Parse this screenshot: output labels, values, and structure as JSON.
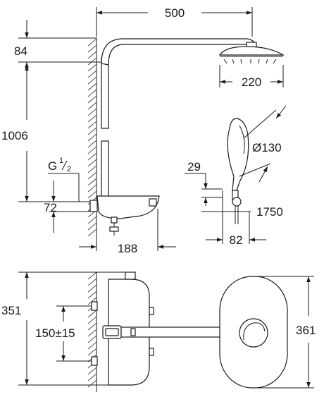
{
  "dimensions": {
    "width_500": "500",
    "height_84": "84",
    "head_diameter_220": "220",
    "height_1006": "1006",
    "hand_shower_diameter": "Ø130",
    "thread_g": "G",
    "thread_frac_num": "1",
    "thread_frac_den": "2",
    "offset_29": "29",
    "height_72": "72",
    "height_1750": "1750",
    "depth_188": "188",
    "depth_82": "82",
    "height_351": "351",
    "spacing_150": "150±15",
    "height_361": "361"
  }
}
